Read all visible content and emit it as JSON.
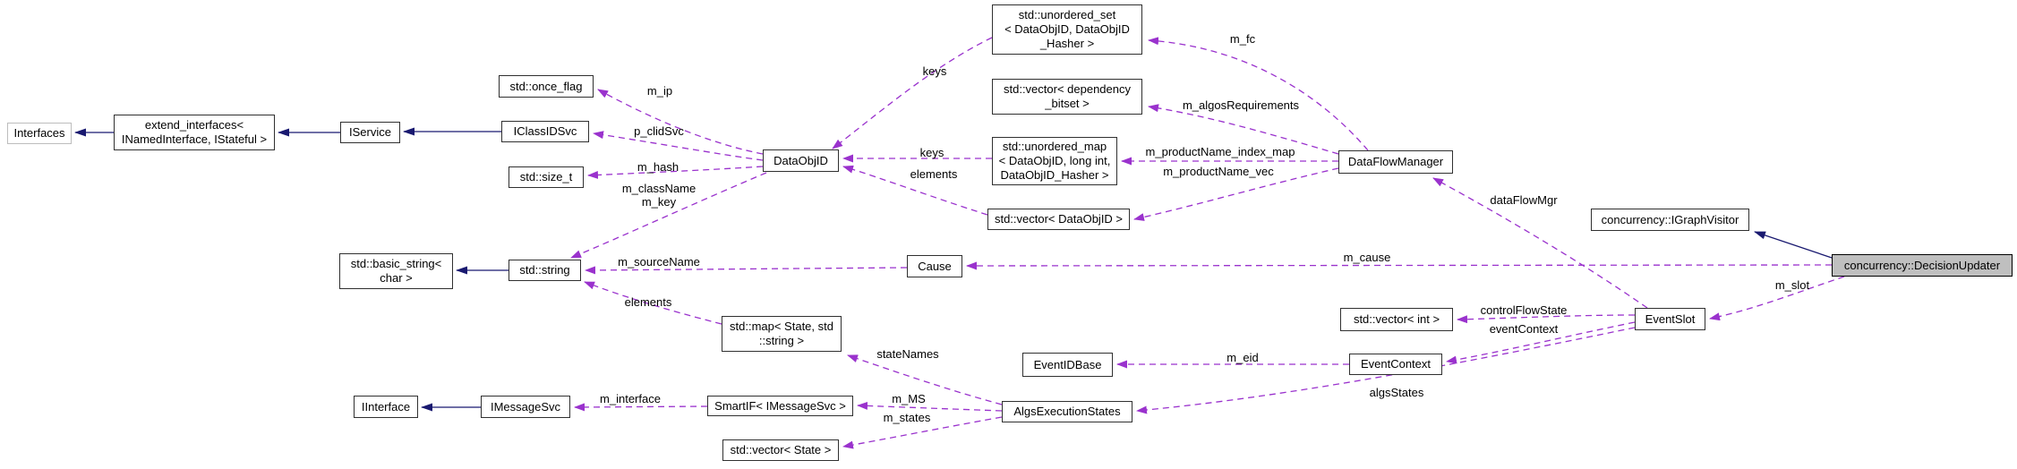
{
  "nodes": {
    "interfaces": {
      "label": "Interfaces"
    },
    "extend_interfaces": {
      "label": "extend_interfaces<\nINamedInterface, IStateful >"
    },
    "iservice": {
      "label": "IService"
    },
    "once_flag": {
      "label": "std::once_flag"
    },
    "iclassidsvc": {
      "label": "IClassIDSvc"
    },
    "size_t": {
      "label": "std::size_t"
    },
    "dataobjid": {
      "label": "DataObjID"
    },
    "basic_string": {
      "label": "std::basic_string<\nchar >"
    },
    "string": {
      "label": "std::string"
    },
    "unordered_set": {
      "label": "std::unordered_set\n< DataObjID, DataObjID\n_Hasher >"
    },
    "vector_dep_bitset": {
      "label": "std::vector< dependency\n_bitset >"
    },
    "unordered_map": {
      "label": "std::unordered_map\n< DataObjID, long int,\nDataObjID_Hasher >"
    },
    "vector_dataobjid": {
      "label": "std::vector< DataObjID >"
    },
    "cause": {
      "label": "Cause"
    },
    "dataflowmanager": {
      "label": "DataFlowManager"
    },
    "igraphvisitor": {
      "label": "concurrency::IGraphVisitor"
    },
    "decisionupdater": {
      "label": "concurrency::DecisionUpdater"
    },
    "eventslot": {
      "label": "EventSlot"
    },
    "vector_int": {
      "label": "std::vector< int >"
    },
    "eventcontext": {
      "label": "EventContext"
    },
    "eventidbase": {
      "label": "EventIDBase"
    },
    "algsexecutionstates": {
      "label": "AlgsExecutionStates"
    },
    "map_state_string": {
      "label": "std::map< State, std\n::string >"
    },
    "smartif_imessagesvc": {
      "label": "SmartIF< IMessageSvc >"
    },
    "vector_state": {
      "label": "std::vector< State >"
    },
    "iinterface": {
      "label": "IInterface"
    },
    "imessagesvc": {
      "label": "IMessageSvc"
    }
  },
  "edge_labels": {
    "m_ip": "m_ip",
    "p_clidSvc": "p_clidSvc",
    "m_hash": "m_hash",
    "m_className_m_key": "m_className\nm_key",
    "m_sourceName": "m_sourceName",
    "elements_map": "elements",
    "keys_set": "keys",
    "keys_map": "keys",
    "elements_vec": "elements",
    "m_fc": "m_fc",
    "m_algosRequirements": "m_algosRequirements",
    "m_productName_index_map": "m_productName_index_map",
    "m_productName_vec": "m_productName_vec",
    "dataFlowMgr": "dataFlowMgr",
    "m_cause": "m_cause",
    "m_slot": "m_slot",
    "controlFlowState": "controlFlowState",
    "eventContext": "eventContext",
    "algsStates": "algsStates",
    "m_eid": "m_eid",
    "stateNames": "stateNames",
    "m_MS": "m_MS",
    "m_states": "m_states",
    "m_interface": "m_interface"
  },
  "colors": {
    "inheritance": "#191970",
    "usage": "#9a32cd",
    "focus_fill": "#bfbfbf"
  }
}
